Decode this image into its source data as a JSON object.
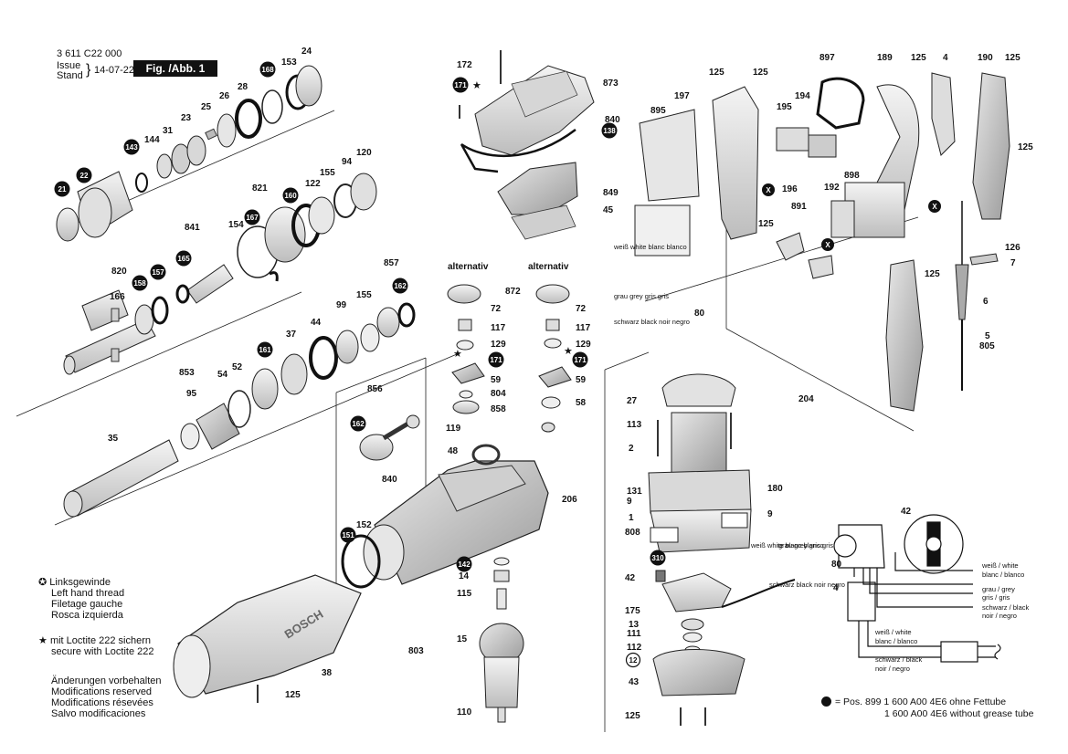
{
  "header": {
    "part_number": "3 611 C22 000",
    "issue_label": "Issue",
    "stand_label": "Stand",
    "date": "14-07-22",
    "figure": "Fig. /Abb. 1"
  },
  "variant_labels": [
    "alternativ",
    "alternativ"
  ],
  "legend": {
    "circle_star": [
      "Linksgewinde",
      "Left hand thread",
      "Filetage gauche",
      "Rosca izquierda"
    ],
    "star": [
      "mit Loctite 222 sichern",
      "secure with Loctite 222"
    ],
    "changes": [
      "Änderungen vorbehalten",
      "Modifications reserved",
      "Modifications résevées",
      "Salvo modificaciones"
    ]
  },
  "grease_note": {
    "line1": "= Pos. 899  1 600 A00 4E6 ohne Fettube",
    "line2": "1 600 A00 4E6 without grease tube"
  },
  "wire_colors": {
    "white_block": "weiß white blanc blanco",
    "grey_block": "grau grey gris gris",
    "black_block": "schwarz black noir negro",
    "white": "weiß / white",
    "white2": "blanc / blanco",
    "grey": "grau / grey",
    "grey2": "gris / gris",
    "black": "schwarz / black",
    "black2": "noir / negro"
  },
  "brand": "BOSCH",
  "part_labels": {
    "p172": "172",
    "p873": "873",
    "p840a": "840",
    "p849": "849",
    "p45": "45",
    "p24": "24",
    "p153": "153",
    "p28": "28",
    "p26": "26",
    "p25": "25",
    "p23": "23",
    "p31": "31",
    "p144": "144",
    "p821": "821",
    "p155a": "155",
    "p122": "122",
    "p94": "94",
    "p120": "120",
    "p841": "841",
    "p154": "154",
    "p820": "820",
    "p166": "166",
    "p857": "857",
    "p99": "99",
    "p155b": "155",
    "p44": "44",
    "p37": "37",
    "p853": "853",
    "p95": "95",
    "p54": "54",
    "p52": "52",
    "p35": "35",
    "p856": "856",
    "p840b": "840",
    "p152": "152",
    "p38": "38",
    "p125a": "125",
    "p119": "119",
    "p48": "48",
    "p206": "206",
    "p14": "14",
    "p115": "115",
    "p15": "15",
    "p803": "803",
    "p110": "110",
    "p872": "872",
    "p72a": "72",
    "p117a": "117",
    "p129a": "129",
    "p59a": "59",
    "p804": "804",
    "p858": "858",
    "p72b": "72",
    "p117b": "117",
    "p129b": "129",
    "p59b": "59",
    "p58": "58",
    "p27": "27",
    "p113": "113",
    "p2": "2",
    "p131": "131",
    "p9a": "9",
    "p1": "1",
    "p180": "180",
    "p9b": "9",
    "p808": "808",
    "p42a": "42",
    "p175": "175",
    "p13": "13",
    "p111": "111",
    "p112": "112",
    "p43": "43",
    "p125b": "125",
    "p125c": "125",
    "p125d": "125",
    "p197": "197",
    "p895": "895",
    "p897": "897",
    "p189": "189",
    "p125e": "125",
    "p4a": "4",
    "p190": "190",
    "p125f": "125",
    "p194": "194",
    "p195": "195",
    "p196": "196",
    "p192": "192",
    "p898": "898",
    "p125g": "125",
    "p891": "891",
    "p125h": "125",
    "p125i": "125",
    "p126": "126",
    "p7": "7",
    "p6": "6",
    "p5": "5",
    "p805": "805",
    "p80a": "80",
    "p204": "204",
    "p42b": "42",
    "p80b": "80",
    "p4b": "4",
    "pos899": "899"
  },
  "circle_labels": {
    "c171a": "171",
    "c138": "138",
    "c143": "143",
    "c21": "21",
    "c22": "22",
    "c168": "168",
    "c167": "167",
    "c160": "160",
    "c165": "165",
    "c158": "158",
    "c157": "157",
    "c162a": "162",
    "c161": "161",
    "c162b": "162",
    "c151": "151",
    "c142": "142",
    "c171b": "171",
    "c171c": "171",
    "c310": "310",
    "c12": "12"
  },
  "connection_markers": [
    "X",
    "X",
    "X"
  ]
}
